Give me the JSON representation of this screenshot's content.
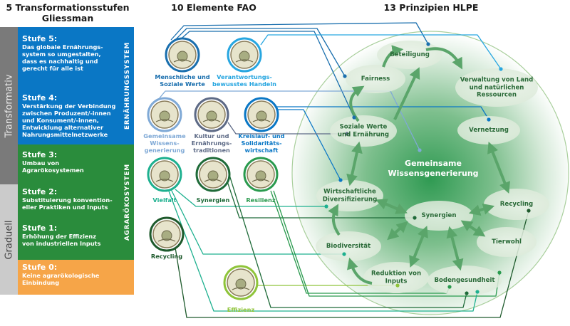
{
  "headers": {
    "gliessman": "5 Transformationsstufen\nGliessman",
    "fao": "10 Elemente FAO",
    "hlpe": "13 Prinzipien HLPE"
  },
  "side_labels": {
    "transformativ": "Transformativ",
    "graduell": "Graduell"
  },
  "systems": {
    "ernaehrung": "ERNÄHRUNGSSYSTEM",
    "agraroeko": "AGRARÖKOSYSTEM"
  },
  "colors": {
    "blue_box": "#0a77c5",
    "green_box": "#2a8c3c",
    "orange_box": "#f6a548",
    "gray_dark": "#7a7a7a",
    "gray_light": "#cbcbcb"
  },
  "stages": [
    {
      "title": "Stufe 5:",
      "desc": "Das globale Ernährungs-\nsystem so umgestalten,\ndass es nachhaltig und\ngerecht für alle ist"
    },
    {
      "title": "Stufe 4:",
      "desc": "Verstärkung der Verbindung\nzwischen Produzent/-innen\nund Konsument/-innen,\nEntwicklung alternativer\nNahrungsmittelnetzwerke"
    },
    {
      "title": "Stufe 3:",
      "desc": "Umbau von\nAgrarökosystemen"
    },
    {
      "title": "Stufe 2:",
      "desc": "Substituierung konvention-\neller Praktiken und Inputs"
    },
    {
      "title": "Stufe 1:",
      "desc": "Erhöhung der Effizienz\nvon industriellen Inputs"
    },
    {
      "title": "Stufe 0:",
      "desc": "Keine agrarökologische\nEinbindung"
    }
  ],
  "fao_elements": [
    {
      "label": "Menschliche und\nSoziale Werte",
      "icon": "people-hand-icon",
      "color": "#1a6fae"
    },
    {
      "label": "Verantwortungs-\nbewusstes Handeln",
      "icon": "scales-icon",
      "color": "#27a6e0"
    },
    {
      "label": "Gemeinsame\nWissens-\ngenerierung",
      "icon": "tree-knowledge-icon",
      "color": "#7fa9d6"
    },
    {
      "label": "Kultur und\nErnährungs-\ntraditionen",
      "icon": "cutlery-icon",
      "color": "#5d6a86"
    },
    {
      "label": "Kreislauf- und\nSolidaritäts-\nwirtschaft",
      "icon": "apple-cycle-icon",
      "color": "#0a77c5"
    },
    {
      "label": "Vielfalt",
      "icon": "diversity-landscape-icon",
      "color": "#1db08f"
    },
    {
      "label": "Synergien",
      "icon": "gears-icon",
      "color": "#1f6b39"
    },
    {
      "label": "Resilienz",
      "icon": "sun-sprout-icon",
      "color": "#2a9a4e"
    },
    {
      "label": "Recycling",
      "icon": "cow-icon",
      "color": "#1e5a2c"
    },
    {
      "label": "Effizienz",
      "icon": "plant-water-icon",
      "color": "#8fc43a"
    }
  ],
  "hlpe_principles": [
    {
      "label": "Beteiligung"
    },
    {
      "label": "Fairness"
    },
    {
      "label": "Verwaltung von Land\nund natürlichen\nRessourcen"
    },
    {
      "label": "Soziale Werte\nund Ernährung"
    },
    {
      "label": "Vernetzung"
    },
    {
      "label": "Gemeinsame\nWissensgenerierung"
    },
    {
      "label": "Wirtschaftliche\nDiversifizierung"
    },
    {
      "label": "Recycling"
    },
    {
      "label": "Synergien"
    },
    {
      "label": "Biodiversität"
    },
    {
      "label": "Tierwohl"
    },
    {
      "label": "Reduktion von\nInputs"
    },
    {
      "label": "Bodengesundheit"
    }
  ]
}
